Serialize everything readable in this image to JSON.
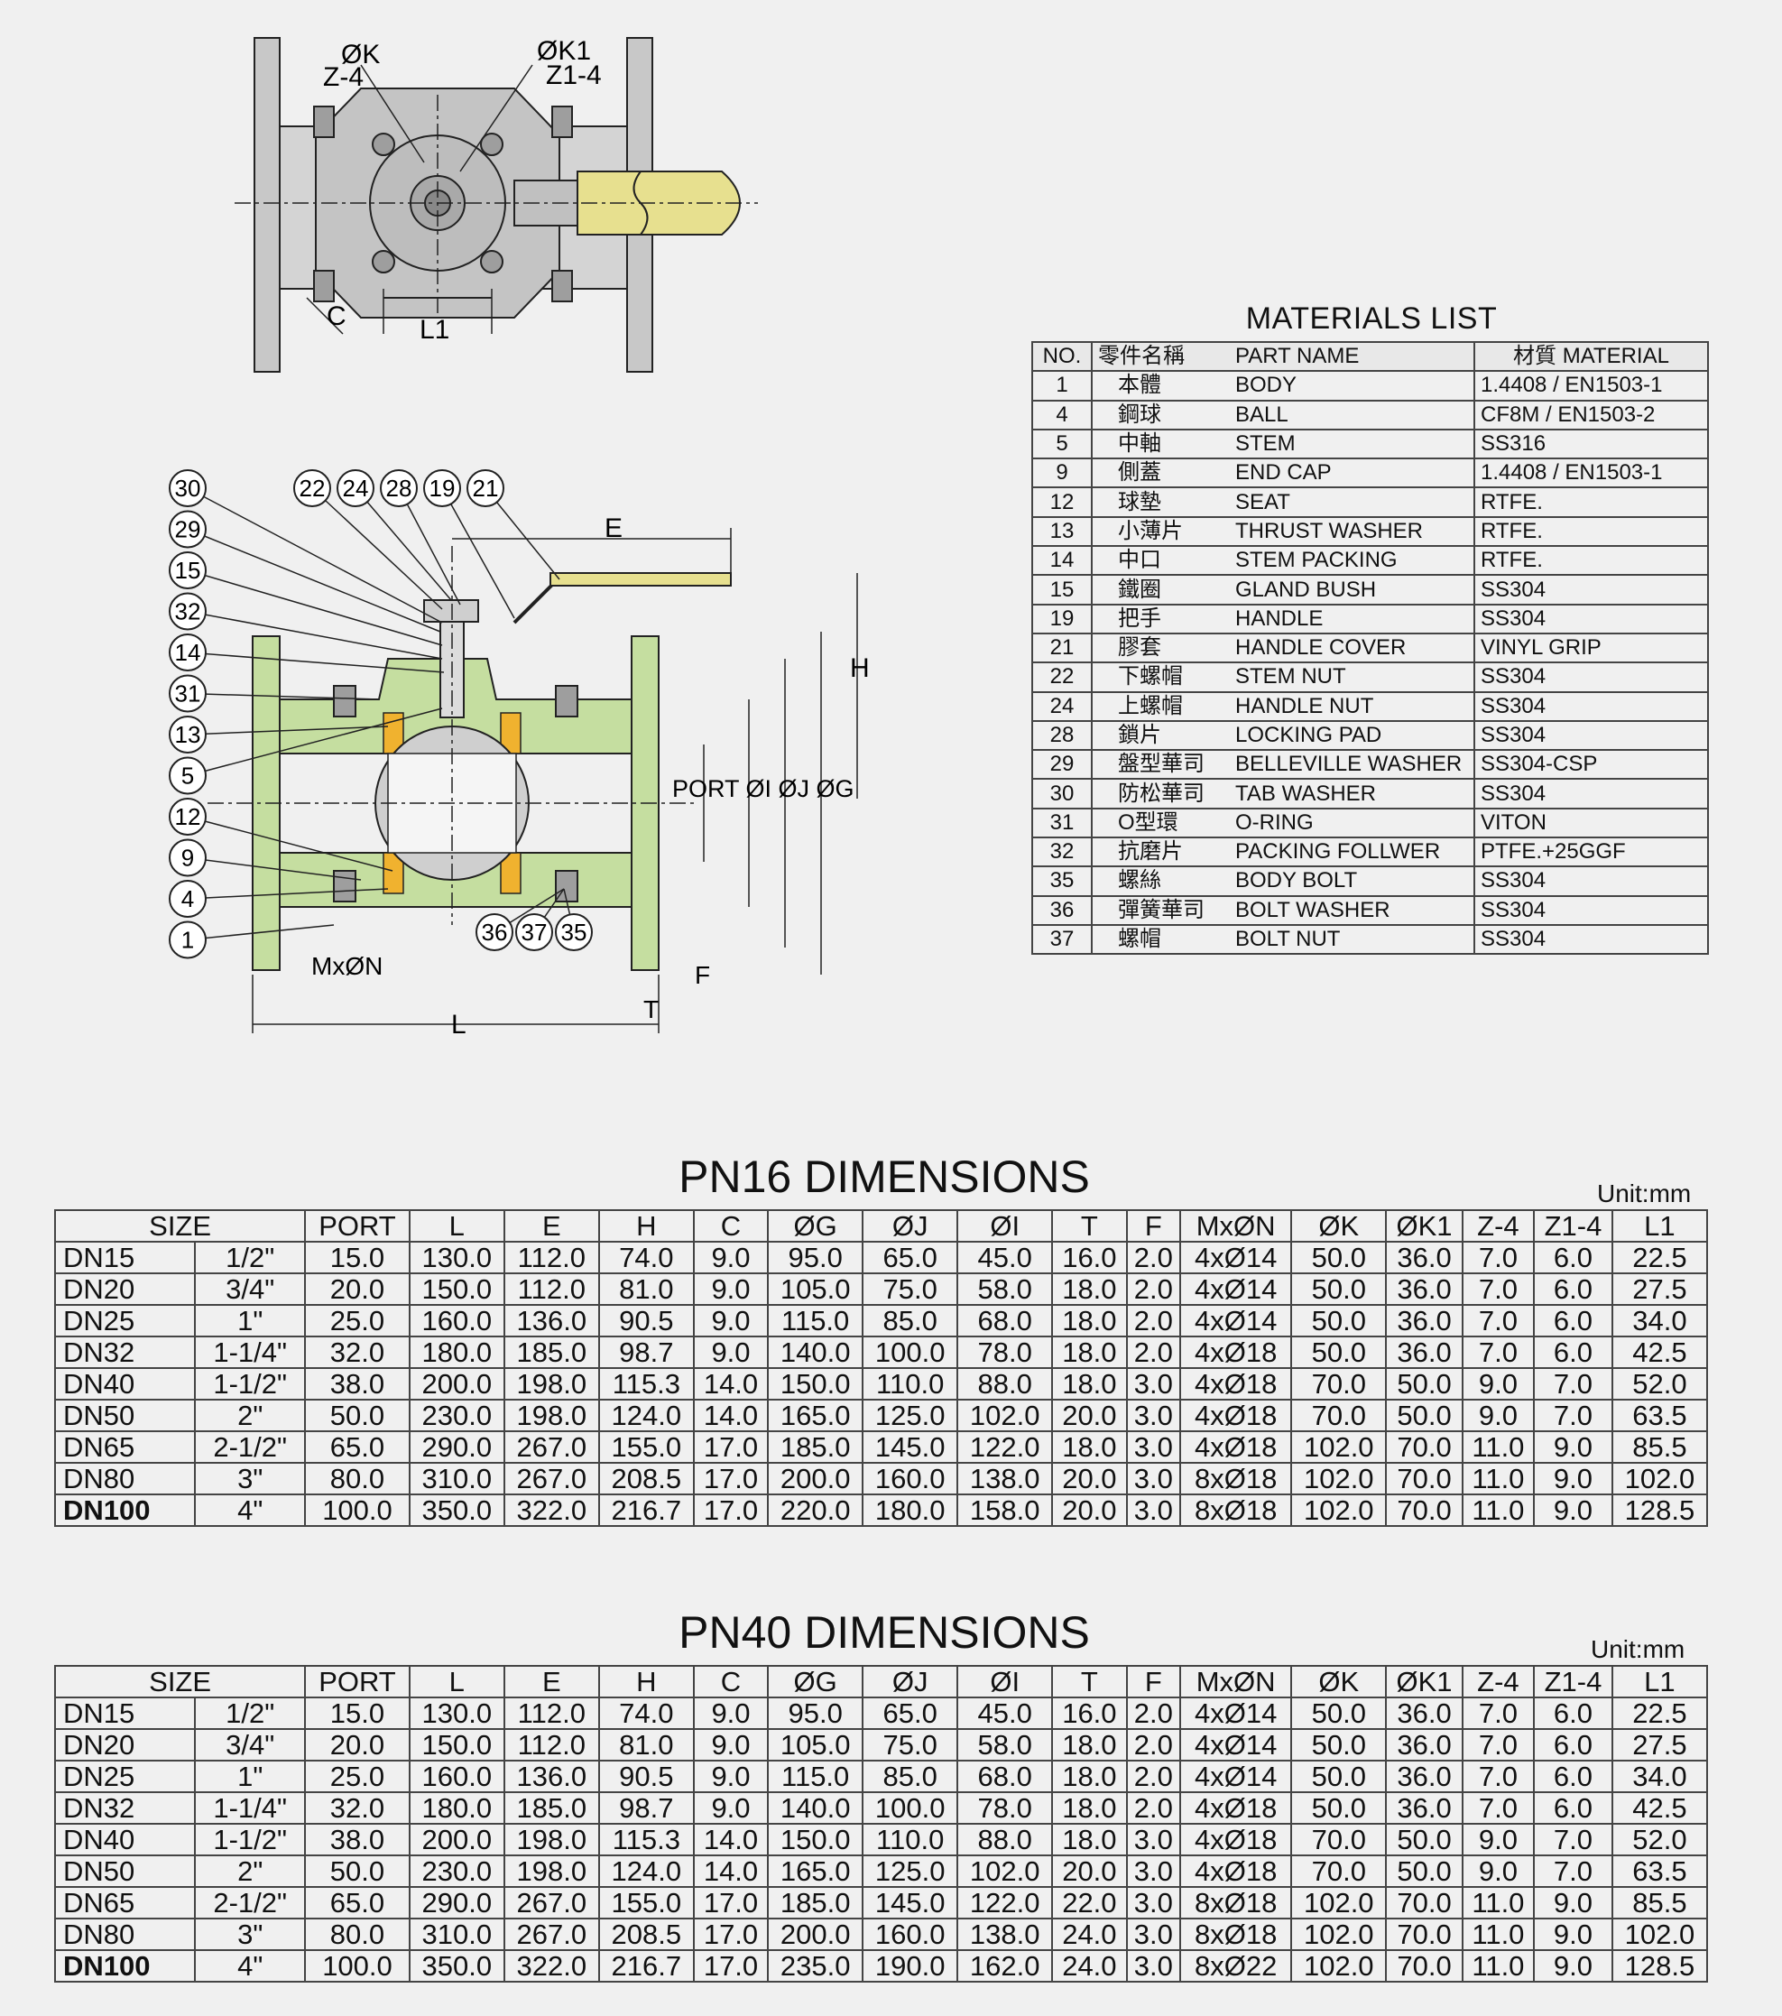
{
  "top_view": {
    "labels": {
      "ok": "ØK",
      "z4": "Z-4",
      "ok1": "ØK1",
      "z14": "Z1-4",
      "c": "C",
      "l1": "L1"
    }
  },
  "section_view": {
    "callouts_left": [
      "30",
      "29",
      "15",
      "32",
      "14",
      "31",
      "13",
      "5",
      "12",
      "9",
      "4",
      "1"
    ],
    "callouts_top": [
      "22",
      "24",
      "28",
      "19",
      "21"
    ],
    "callouts_bottom": [
      "36",
      "37",
      "35"
    ],
    "labels": {
      "e": "E",
      "h": "H",
      "port": "PORT ØI ØJ ØG",
      "mxn": "MxØN",
      "l": "L",
      "t": "T",
      "f": "F"
    }
  },
  "materials": {
    "title": "MATERIALS LIST",
    "headers": {
      "no": "NO.",
      "zh_name": "零件名稱",
      "part_name": "PART NAME",
      "material": "材質 MATERIAL"
    },
    "rows": [
      {
        "no": "1",
        "zh": "本體",
        "name": "BODY",
        "material": "1.4408 / EN1503-1"
      },
      {
        "no": "4",
        "zh": "鋼球",
        "name": "BALL",
        "material": "CF8M / EN1503-2"
      },
      {
        "no": "5",
        "zh": "中軸",
        "name": "STEM",
        "material": "SS316"
      },
      {
        "no": "9",
        "zh": "側蓋",
        "name": "END CAP",
        "material": "1.4408 / EN1503-1"
      },
      {
        "no": "12",
        "zh": "球墊",
        "name": "SEAT",
        "material": "RTFE."
      },
      {
        "no": "13",
        "zh": "小薄片",
        "name": "THRUST WASHER",
        "material": "RTFE."
      },
      {
        "no": "14",
        "zh": "中口",
        "name": "STEM PACKING",
        "material": "RTFE."
      },
      {
        "no": "15",
        "zh": "鐵圈",
        "name": "GLAND BUSH",
        "material": "SS304"
      },
      {
        "no": "19",
        "zh": "把手",
        "name": "HANDLE",
        "material": "SS304"
      },
      {
        "no": "21",
        "zh": "膠套",
        "name": "HANDLE COVER",
        "material": "VINYL GRIP"
      },
      {
        "no": "22",
        "zh": "下螺帽",
        "name": "STEM NUT",
        "material": "SS304"
      },
      {
        "no": "24",
        "zh": "上螺帽",
        "name": "HANDLE NUT",
        "material": "SS304"
      },
      {
        "no": "28",
        "zh": "鎖片",
        "name": "LOCKING PAD",
        "material": "SS304"
      },
      {
        "no": "29",
        "zh": "盤型華司",
        "name": "BELLEVILLE WASHER",
        "material": "SS304-CSP"
      },
      {
        "no": "30",
        "zh": "防松華司",
        "name": "TAB WASHER",
        "material": "SS304"
      },
      {
        "no": "31",
        "zh": "O型環",
        "name": "O-RING",
        "material": "VITON"
      },
      {
        "no": "32",
        "zh": "抗磨片",
        "name": "PACKING FOLLWER",
        "material": "PTFE.+25GGF"
      },
      {
        "no": "35",
        "zh": "螺絲",
        "name": "BODY BOLT",
        "material": "SS304"
      },
      {
        "no": "36",
        "zh": "彈簧華司",
        "name": "BOLT WASHER",
        "material": "SS304"
      },
      {
        "no": "37",
        "zh": "螺帽",
        "name": "BOLT NUT",
        "material": "SS304"
      }
    ]
  },
  "headers": [
    "SIZE",
    "PORT",
    "L",
    "E",
    "H",
    "C",
    "ØG",
    "ØJ",
    "ØI",
    "T",
    "F",
    "MxØN",
    "ØK",
    "ØK1",
    "Z-4",
    "Z1-4",
    "L1"
  ],
  "pn16": {
    "title": "PN16 DIMENSIONS",
    "unit": "Unit:mm",
    "rows": [
      [
        "DN15",
        "1/2\"",
        "15.0",
        "130.0",
        "112.0",
        "74.0",
        "9.0",
        "95.0",
        "65.0",
        "45.0",
        "16.0",
        "2.0",
        "4xØ14",
        "50.0",
        "36.0",
        "7.0",
        "6.0",
        "22.5"
      ],
      [
        "DN20",
        "3/4\"",
        "20.0",
        "150.0",
        "112.0",
        "81.0",
        "9.0",
        "105.0",
        "75.0",
        "58.0",
        "18.0",
        "2.0",
        "4xØ14",
        "50.0",
        "36.0",
        "7.0",
        "6.0",
        "27.5"
      ],
      [
        "DN25",
        "1\"",
        "25.0",
        "160.0",
        "136.0",
        "90.5",
        "9.0",
        "115.0",
        "85.0",
        "68.0",
        "18.0",
        "2.0",
        "4xØ14",
        "50.0",
        "36.0",
        "7.0",
        "6.0",
        "34.0"
      ],
      [
        "DN32",
        "1-1/4\"",
        "32.0",
        "180.0",
        "185.0",
        "98.7",
        "9.0",
        "140.0",
        "100.0",
        "78.0",
        "18.0",
        "2.0",
        "4xØ18",
        "50.0",
        "36.0",
        "7.0",
        "6.0",
        "42.5"
      ],
      [
        "DN40",
        "1-1/2\"",
        "38.0",
        "200.0",
        "198.0",
        "115.3",
        "14.0",
        "150.0",
        "110.0",
        "88.0",
        "18.0",
        "3.0",
        "4xØ18",
        "70.0",
        "50.0",
        "9.0",
        "7.0",
        "52.0"
      ],
      [
        "DN50",
        "2\"",
        "50.0",
        "230.0",
        "198.0",
        "124.0",
        "14.0",
        "165.0",
        "125.0",
        "102.0",
        "20.0",
        "3.0",
        "4xØ18",
        "70.0",
        "50.0",
        "9.0",
        "7.0",
        "63.5"
      ],
      [
        "DN65",
        "2-1/2\"",
        "65.0",
        "290.0",
        "267.0",
        "155.0",
        "17.0",
        "185.0",
        "145.0",
        "122.0",
        "18.0",
        "3.0",
        "4xØ18",
        "102.0",
        "70.0",
        "11.0",
        "9.0",
        "85.5"
      ],
      [
        "DN80",
        "3\"",
        "80.0",
        "310.0",
        "267.0",
        "208.5",
        "17.0",
        "200.0",
        "160.0",
        "138.0",
        "20.0",
        "3.0",
        "8xØ18",
        "102.0",
        "70.0",
        "11.0",
        "9.0",
        "102.0"
      ],
      [
        "DN100",
        "4\"",
        "100.0",
        "350.0",
        "322.0",
        "216.7",
        "17.0",
        "220.0",
        "180.0",
        "158.0",
        "20.0",
        "3.0",
        "8xØ18",
        "102.0",
        "70.0",
        "11.0",
        "9.0",
        "128.5"
      ]
    ]
  },
  "pn40": {
    "title": "PN40 DIMENSIONS",
    "unit": "Unit:mm",
    "rows": [
      [
        "DN15",
        "1/2\"",
        "15.0",
        "130.0",
        "112.0",
        "74.0",
        "9.0",
        "95.0",
        "65.0",
        "45.0",
        "16.0",
        "2.0",
        "4xØ14",
        "50.0",
        "36.0",
        "7.0",
        "6.0",
        "22.5"
      ],
      [
        "DN20",
        "3/4\"",
        "20.0",
        "150.0",
        "112.0",
        "81.0",
        "9.0",
        "105.0",
        "75.0",
        "58.0",
        "18.0",
        "2.0",
        "4xØ14",
        "50.0",
        "36.0",
        "7.0",
        "6.0",
        "27.5"
      ],
      [
        "DN25",
        "1\"",
        "25.0",
        "160.0",
        "136.0",
        "90.5",
        "9.0",
        "115.0",
        "85.0",
        "68.0",
        "18.0",
        "2.0",
        "4xØ14",
        "50.0",
        "36.0",
        "7.0",
        "6.0",
        "34.0"
      ],
      [
        "DN32",
        "1-1/4\"",
        "32.0",
        "180.0",
        "185.0",
        "98.7",
        "9.0",
        "140.0",
        "100.0",
        "78.0",
        "18.0",
        "2.0",
        "4xØ18",
        "50.0",
        "36.0",
        "7.0",
        "6.0",
        "42.5"
      ],
      [
        "DN40",
        "1-1/2\"",
        "38.0",
        "200.0",
        "198.0",
        "115.3",
        "14.0",
        "150.0",
        "110.0",
        "88.0",
        "18.0",
        "3.0",
        "4xØ18",
        "70.0",
        "50.0",
        "9.0",
        "7.0",
        "52.0"
      ],
      [
        "DN50",
        "2\"",
        "50.0",
        "230.0",
        "198.0",
        "124.0",
        "14.0",
        "165.0",
        "125.0",
        "102.0",
        "20.0",
        "3.0",
        "4xØ18",
        "70.0",
        "50.0",
        "9.0",
        "7.0",
        "63.5"
      ],
      [
        "DN65",
        "2-1/2\"",
        "65.0",
        "290.0",
        "267.0",
        "155.0",
        "17.0",
        "185.0",
        "145.0",
        "122.0",
        "22.0",
        "3.0",
        "8xØ18",
        "102.0",
        "70.0",
        "11.0",
        "9.0",
        "85.5"
      ],
      [
        "DN80",
        "3\"",
        "80.0",
        "310.0",
        "267.0",
        "208.5",
        "17.0",
        "200.0",
        "160.0",
        "138.0",
        "24.0",
        "3.0",
        "8xØ18",
        "102.0",
        "70.0",
        "11.0",
        "9.0",
        "102.0"
      ],
      [
        "DN100",
        "4\"",
        "100.0",
        "350.0",
        "322.0",
        "216.7",
        "17.0",
        "235.0",
        "190.0",
        "162.0",
        "24.0",
        "3.0",
        "8xØ22",
        "102.0",
        "70.0",
        "11.0",
        "9.0",
        "128.5"
      ]
    ]
  }
}
